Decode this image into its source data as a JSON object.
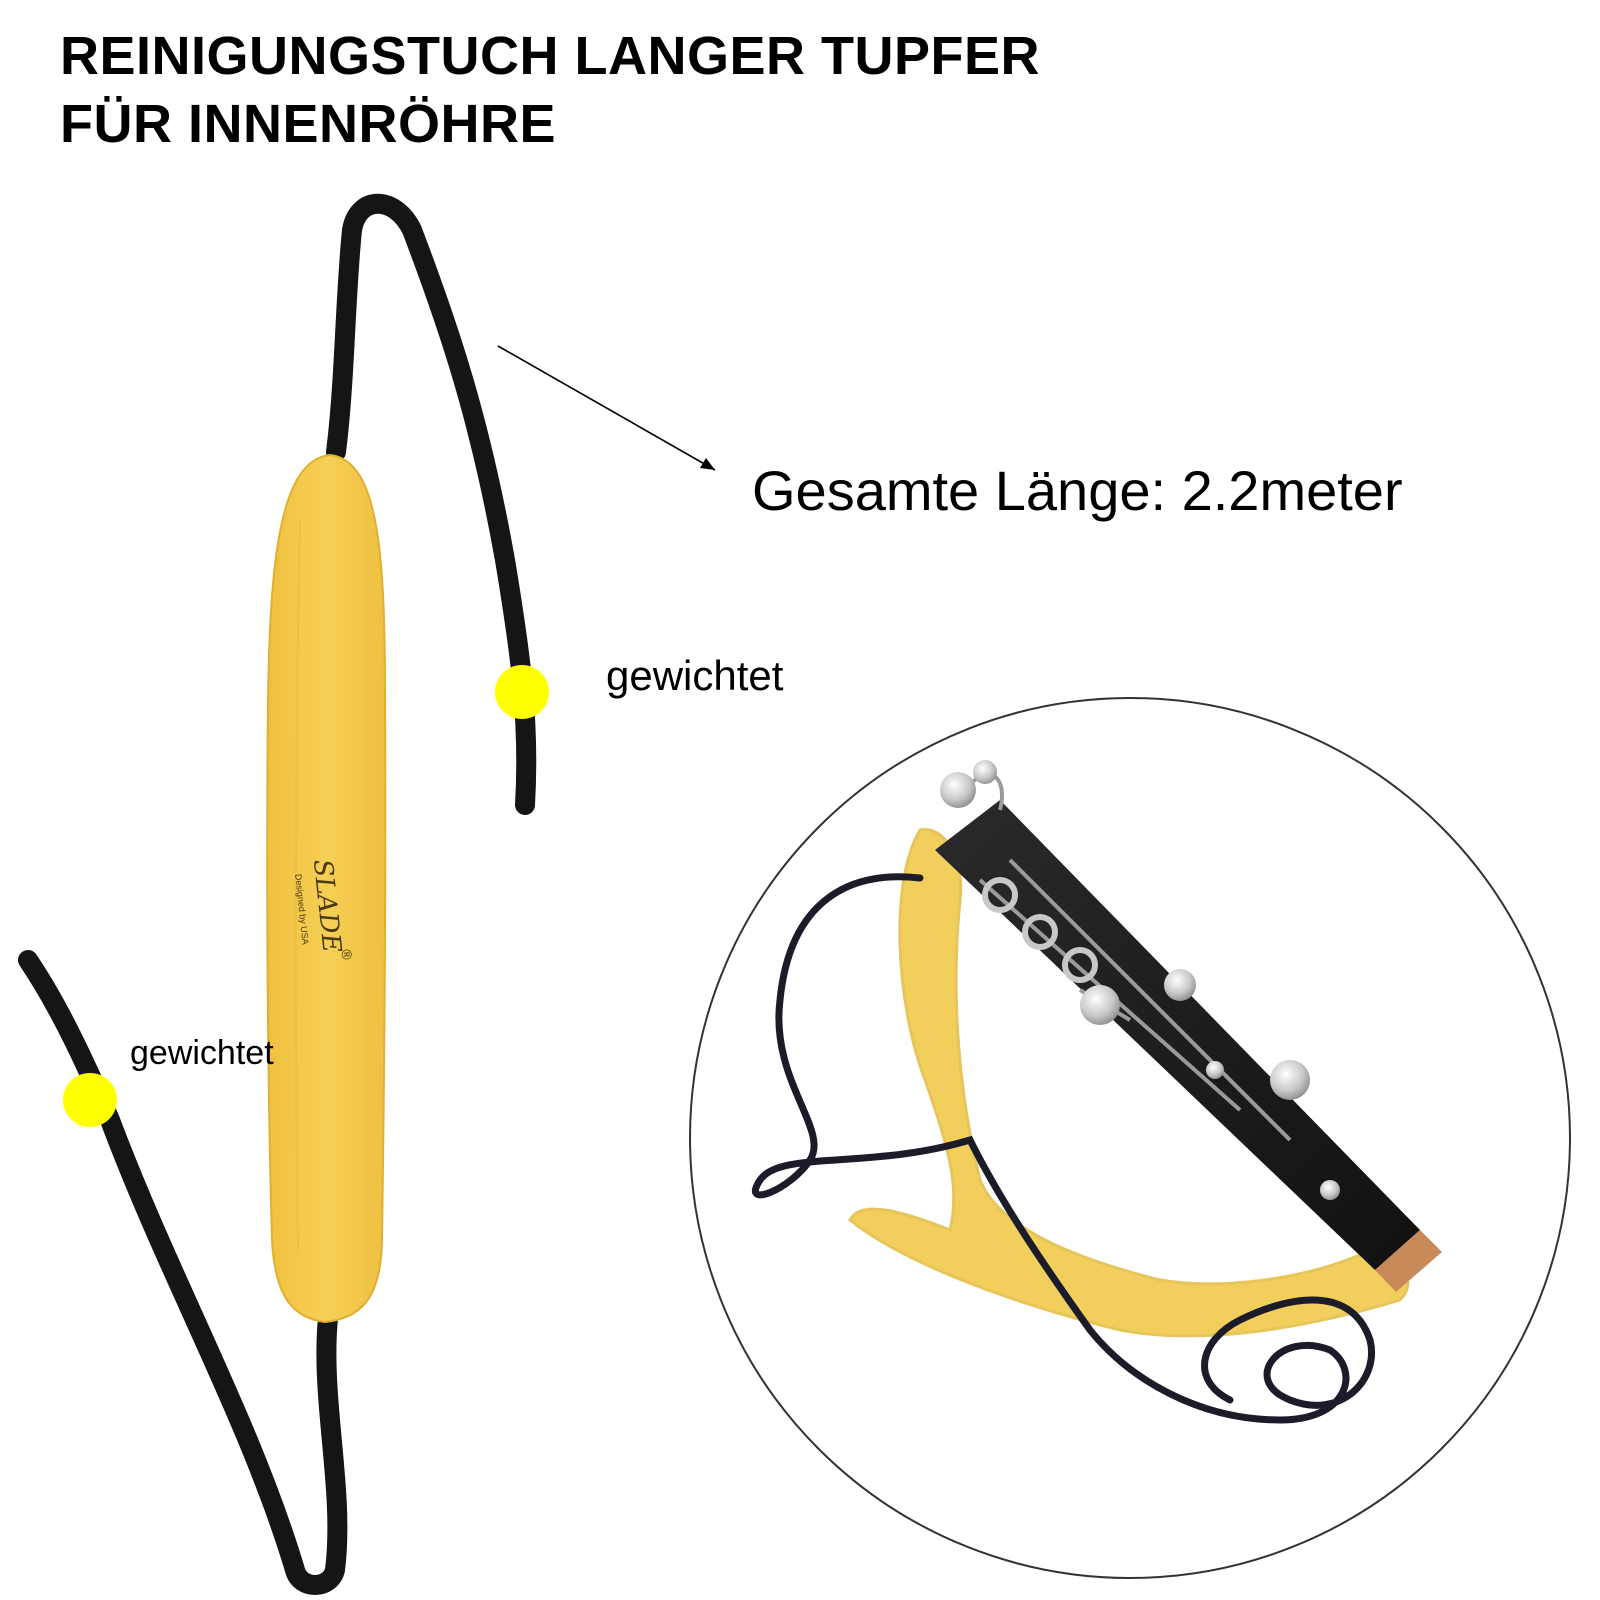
{
  "title": {
    "line1": "REINIGUNGSTUCH LANGER TUPFER",
    "line2": "FÜR INNENRÖHRE"
  },
  "annotations": {
    "total_length": "Gesamte Länge: 2.2meter",
    "weighted_right": "gewichtet",
    "weighted_left": "gewichtet"
  },
  "product": {
    "brand": "SLADE",
    "brand_mark": "®",
    "brand_sub": "Designed by USA"
  },
  "colors": {
    "cloth_yellow": "#f4c84a",
    "cord_black": "#151515",
    "weight_marker": "#ffff00",
    "clarinet_body": "#1c1c1c",
    "keys_silver": "#cfcfcf",
    "cork": "#c98a5a"
  }
}
